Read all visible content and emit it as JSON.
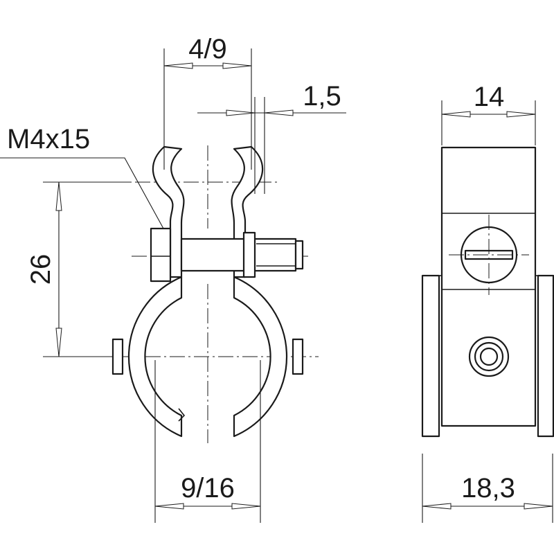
{
  "labels": {
    "dim_4_9": "4/9",
    "dim_1_5": "1,5",
    "screw": "M4x15",
    "dim_26": "26",
    "dim_9_16": "9/16",
    "dim_14": "14",
    "dim_18_3": "18,3"
  },
  "colors": {
    "line": "#1a1a1a",
    "background": "#ffffff"
  }
}
